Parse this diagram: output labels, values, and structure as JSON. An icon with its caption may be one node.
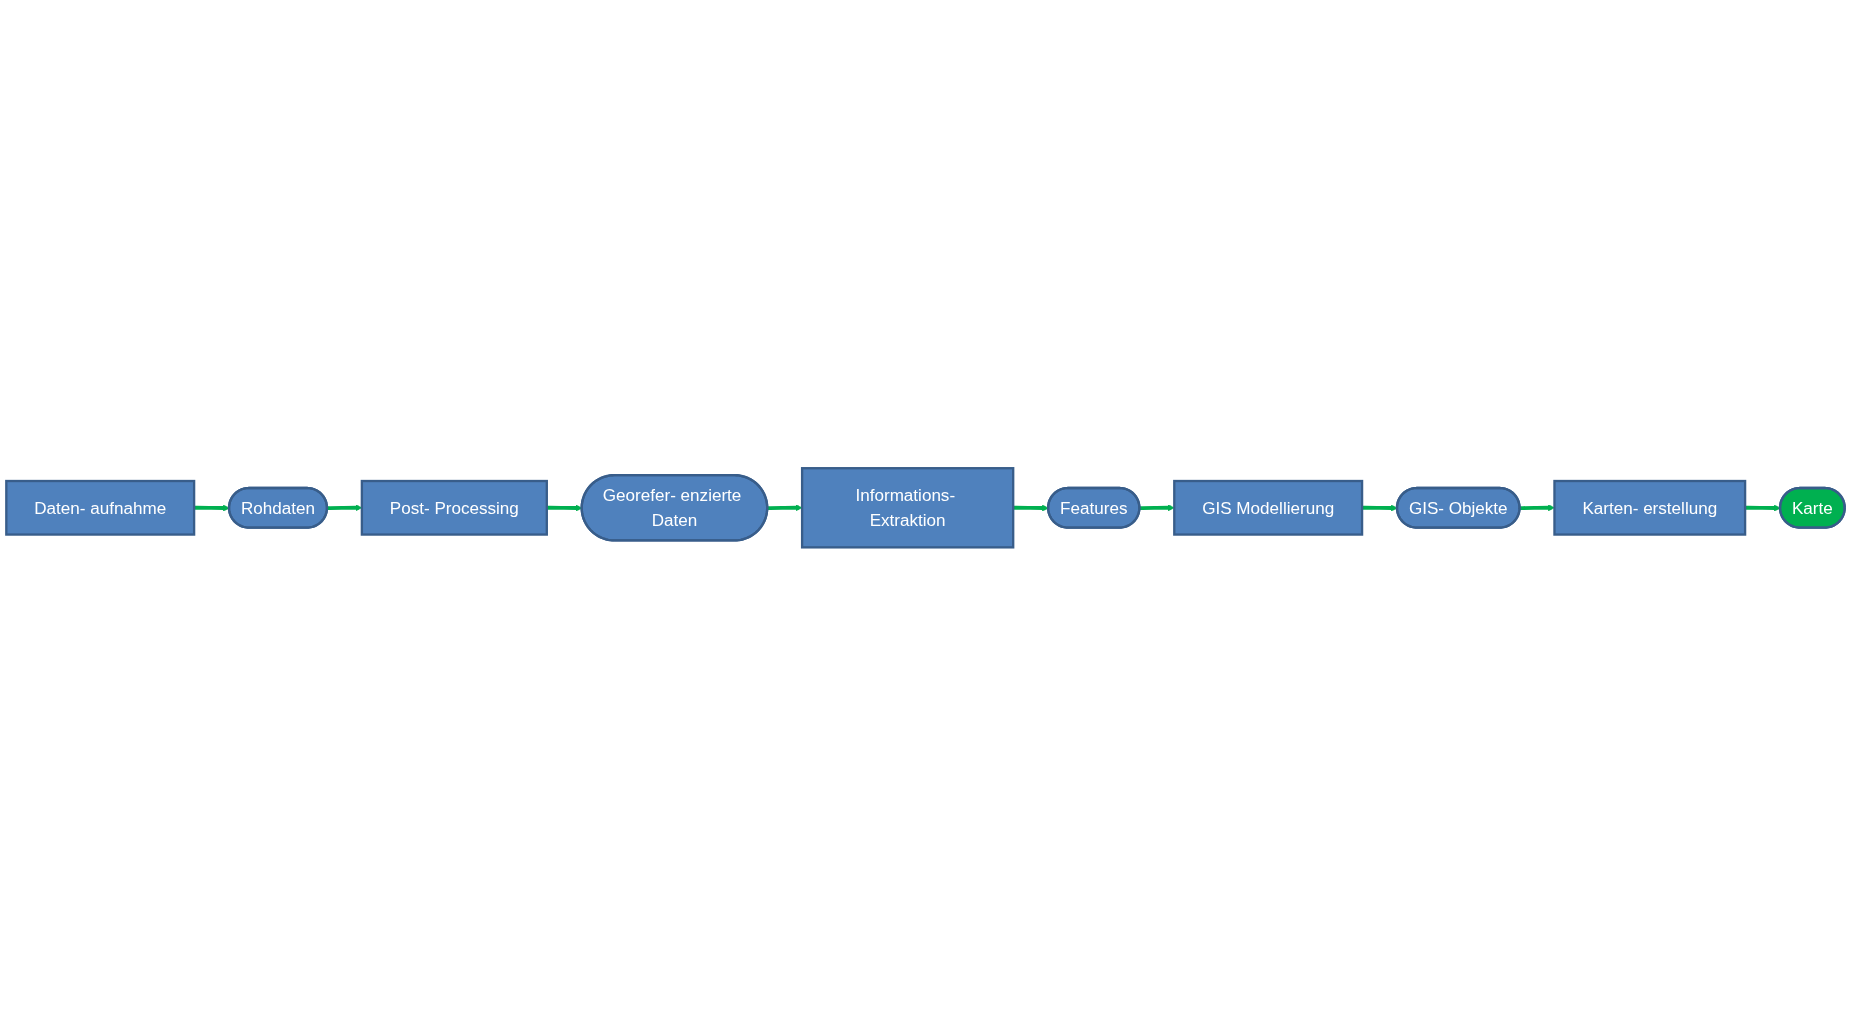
{
  "diagram": {
    "nodes": [
      {
        "text": [
          "Daten- aufnahme"
        ]
      },
      {
        "text": [
          "Rohdaten"
        ]
      },
      {
        "text": [
          "Post- Processing"
        ]
      },
      {
        "text": [
          "Georefer- enzierte Daten"
        ]
      },
      {
        "text": [
          "Informations- Extraktion"
        ]
      },
      {
        "text": [
          "Features"
        ]
      },
      {
        "text": [
          "GIS Modellierung"
        ]
      },
      {
        "text": [
          "GIS- Objekte"
        ]
      },
      {
        "text": [
          "Karten- erstellung"
        ]
      },
      {
        "text": [
          "Karte"
        ]
      }
    ],
    "edges": [
      {
        "from": 0,
        "to": 1,
        "arrow": "to"
      },
      {
        "from": 1,
        "to": 2,
        "arrow": "to"
      },
      {
        "from": 2,
        "to": 3,
        "arrow": "to"
      },
      {
        "from": 3,
        "to": 4,
        "arrow": "to"
      },
      {
        "from": 4,
        "to": 5,
        "arrow": "to"
      },
      {
        "from": 5,
        "to": 6,
        "arrow": "to"
      },
      {
        "from": 6,
        "to": 7,
        "arrow": "to"
      },
      {
        "from": 7,
        "to": 8,
        "arrow": "to"
      },
      {
        "from": 8,
        "to": 9,
        "arrow": "to"
      }
    ]
  }
}
